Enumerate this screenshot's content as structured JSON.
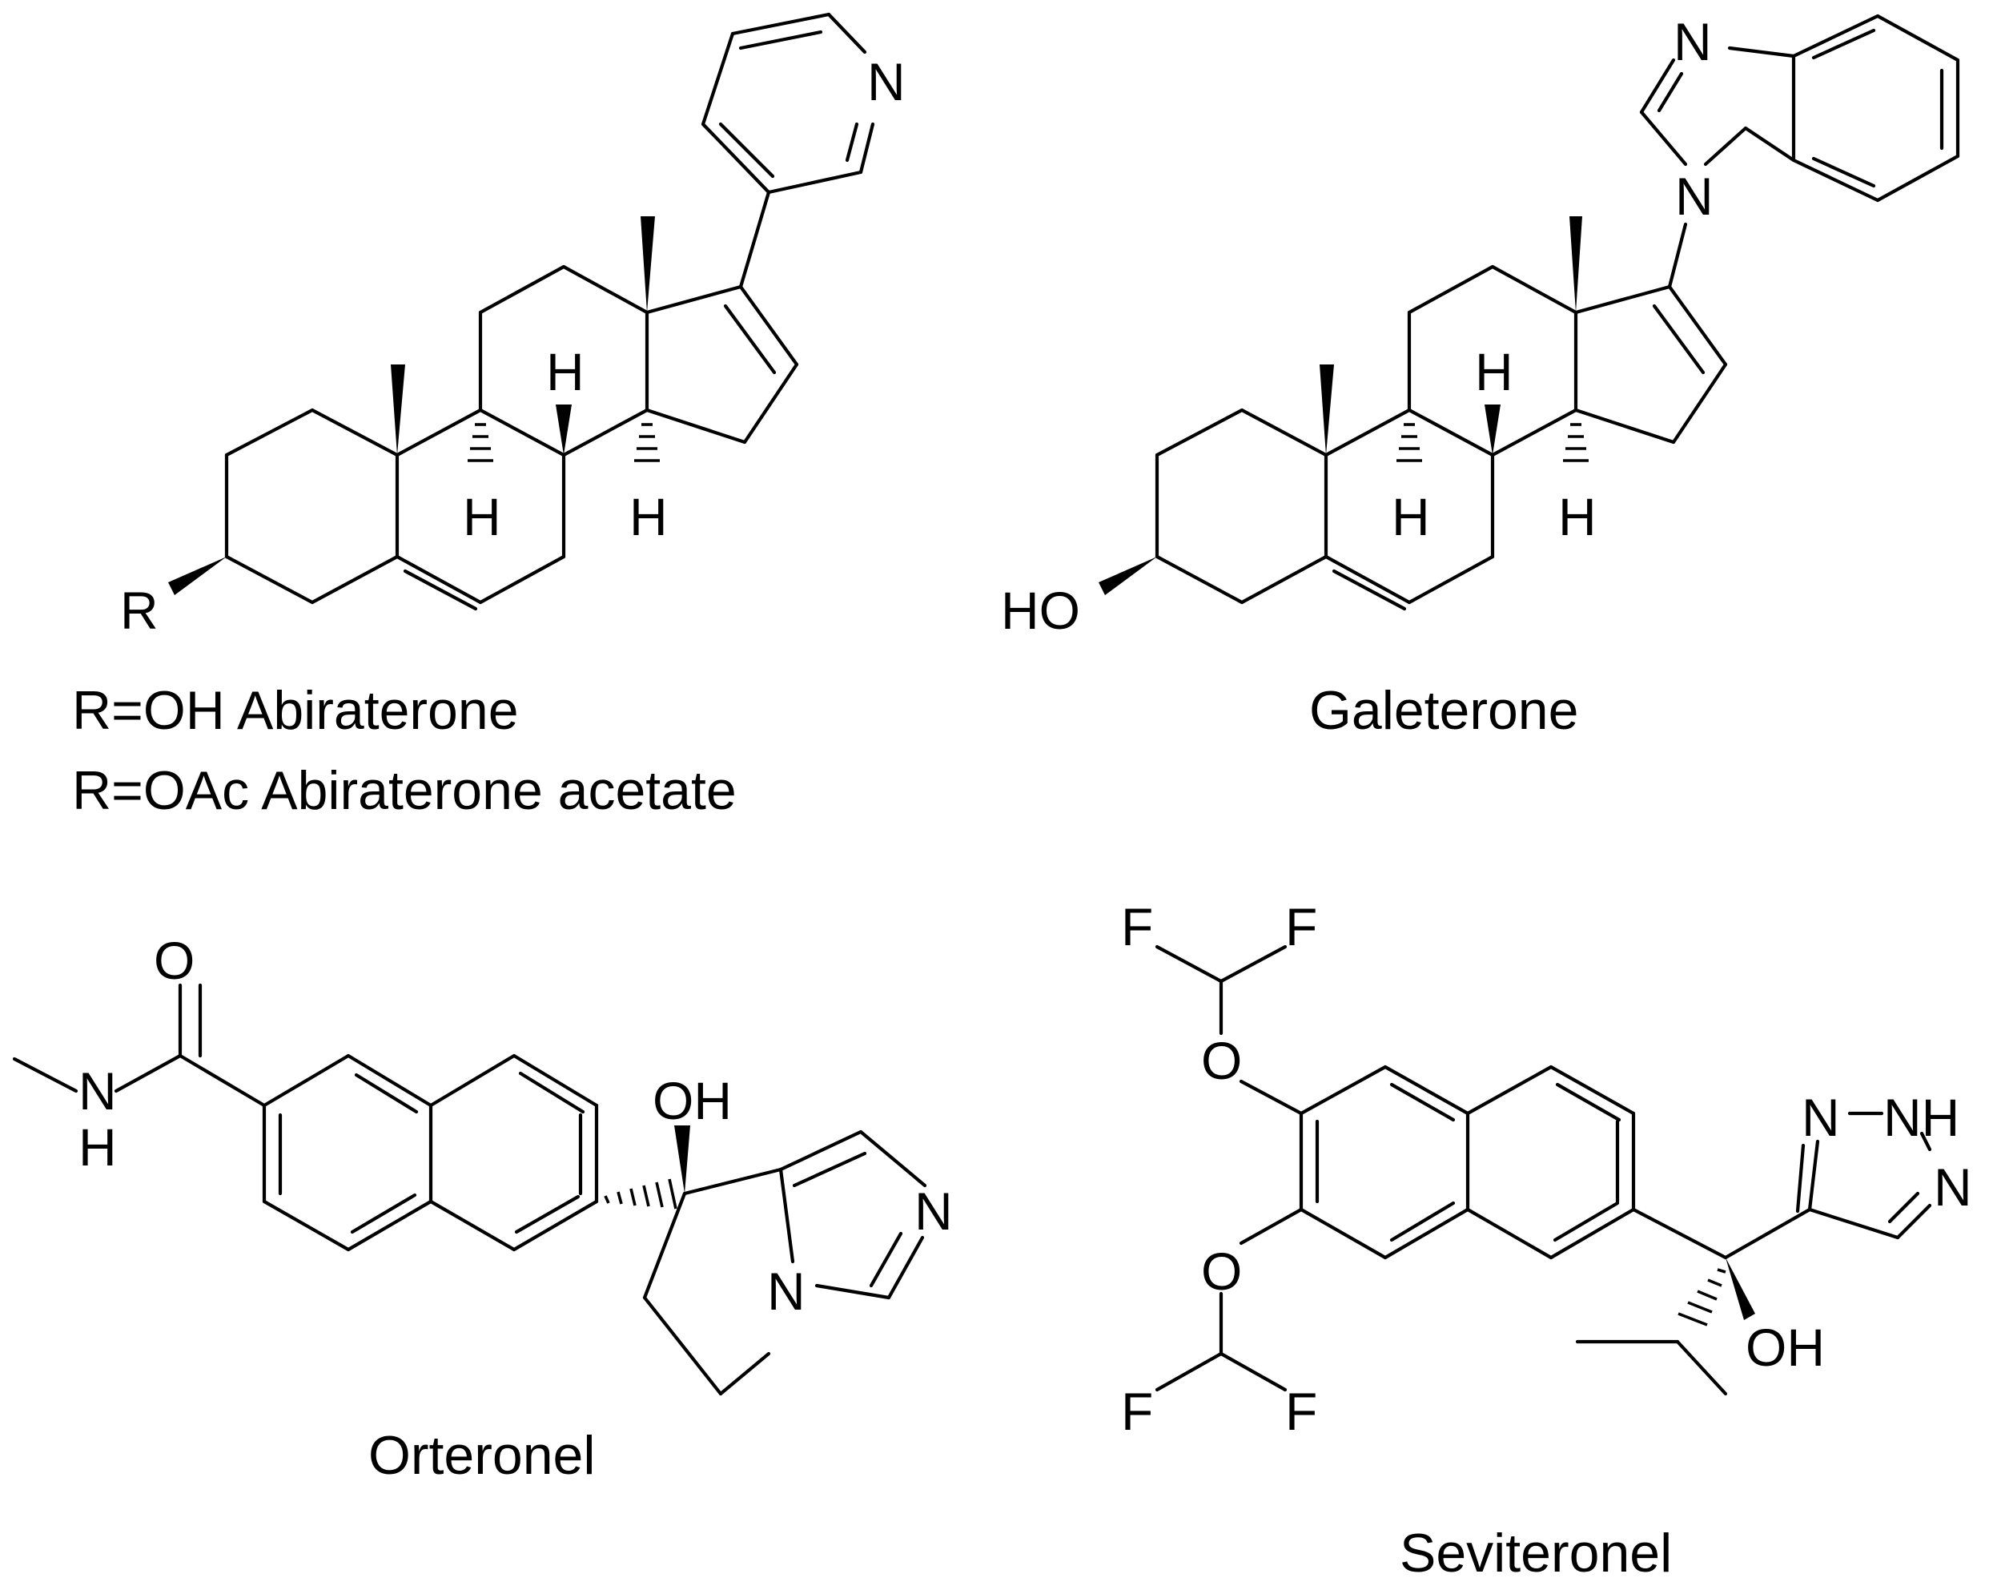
{
  "figure": {
    "captions": {
      "abiraterone_r_oh": "R=OH Abiraterone",
      "abiraterone_r_oac": "R=OAc Abiraterone acetate",
      "galeterone": "Galeterone",
      "orteronel": "Orteronel",
      "seviteronel": "Seviteronel"
    },
    "atom_labels": {
      "abiraterone": {
        "r": "R",
        "pyridine_n": "N",
        "h_c8": "H",
        "h_c9": "H",
        "h_c14": "H"
      },
      "galeterone": {
        "ho": "HO",
        "imid_n_top": "N",
        "imid_n_link": "N",
        "h_c8": "H",
        "h_c9": "H",
        "h_c14": "H"
      },
      "orteronel": {
        "o": "O",
        "nh_n": "N",
        "nh_h": "H",
        "oh": "OH",
        "imid_n_right": "N",
        "imid_n_ring": "N"
      },
      "seviteronel": {
        "f1": "F",
        "f2": "F",
        "f3": "F",
        "f4": "F",
        "o_top": "O",
        "o_bottom": "O",
        "triazole_n_top": "N",
        "triazole_nh": "NH",
        "triazole_n_right": "N",
        "oh": "OH"
      }
    }
  }
}
